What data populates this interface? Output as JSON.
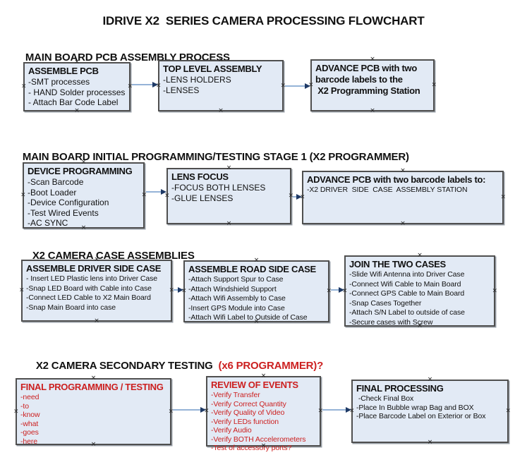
{
  "page_title": "IDRIVE X2  SERIES CAMERA PROCESSING FLOWCHART",
  "colors": {
    "box_fill": "#e2eaf5",
    "box_border": "#4f4f4f",
    "arrow_line": "#95b3d7",
    "arrow_head": "#1f3a66",
    "red_text": "#cc2020",
    "black_text": "#111111"
  },
  "sections": [
    {
      "heading": "MAIN BOARD PCB ASSEMBLY PROCESS",
      "boxes": [
        {
          "title": "ASSEMBLE PCB",
          "items": [
            "-SMT processes",
            "- HAND Solder processes",
            "- Attach Bar Code Label"
          ]
        },
        {
          "title": "TOP LEVEL ASSEMBLY",
          "items": [
            "-LENS HOLDERS",
            "-LENSES"
          ]
        },
        {
          "title": "ADVANCE PCB with two\nbarcode labels to the\n X2 Programming Station",
          "items": []
        }
      ]
    },
    {
      "heading": "MAIN BOARD INITIAL PROGRAMMING/TESTING STAGE 1 (X2 PROGRAMMER)",
      "boxes": [
        {
          "title": "DEVICE PROGRAMMING",
          "items": [
            "-Scan Barcode",
            "-Boot Loader",
            "-Device Configuration",
            "-Test Wired Events",
            "-AC SYNC"
          ]
        },
        {
          "title": "LENS FOCUS",
          "items": [
            "-FOCUS BOTH LENSES",
            "-GLUE LENSES"
          ]
        },
        {
          "title": "ADVANCE PCB with two barcode labels to:",
          "items": [
            "-X2 DRIVER  SIDE  CASE  ASSEMBLY STATION"
          ]
        }
      ]
    },
    {
      "heading": "X2 CAMERA CASE ASSEMBLIES",
      "boxes": [
        {
          "title": "ASSEMBLE DRIVER SIDE CASE",
          "items": [
            "- Insert LED Plastic lens into Driver Case",
            "-Snap LED Board with Cable into Case",
            "-Connect LED Cable to X2 Main Board",
            "-Snap Main Board into case"
          ]
        },
        {
          "title": "ASSEMBLE ROAD SIDE CASE",
          "items": [
            "-Attach Support Spur to Case",
            "-Attach Windshield Support",
            "-Attach Wifi Assembly to Case",
            "-Insert GPS Module into Case",
            "-Attach Wifi Label to Outside of Case"
          ]
        },
        {
          "title": "JOIN THE TWO CASES",
          "items": [
            "-Slide Wifi Antenna into Driver Case",
            "-Connect Wifi Cable to Main Board",
            "-Connect GPS Cable to Main Board",
            "-Snap Cases Together",
            "-Attach S/N Label to outside of case",
            "-Secure cases with Screw"
          ]
        }
      ]
    },
    {
      "heading": "X2 CAMERA SECONDARY TESTING ",
      "heading_red": " (x6 PROGRAMMER)?",
      "boxes": [
        {
          "title": "FINAL PROGRAMMING / TESTING",
          "text_color": "red",
          "items": [
            "-need",
            "-to",
            "-know",
            "-what",
            "-goes",
            "-here"
          ]
        },
        {
          "title": "REVIEW OF EVENTS",
          "text_color": "red",
          "items": [
            "-Verify Transfer",
            "-Verify Correct Quantity",
            "-Verify Quality of Video",
            "-Verify LEDs function",
            "-Verify Audio",
            "-Verify BOTH Accelerometers",
            "-Test of accessory ports?"
          ]
        },
        {
          "title": "FINAL PROCESSING",
          "text_color": "black",
          "items": [
            " -Check Final Box",
            "-Place In Bubble wrap Bag and BOX",
            "-Place Barcode Label on Exterior or Box"
          ]
        }
      ]
    }
  ],
  "connections": [
    "ASSEMBLE PCB -> TOP LEVEL ASSEMBLY",
    "TOP LEVEL ASSEMBLY -> ADVANCE PCB with two barcode labels to the X2 Programming Station",
    "DEVICE PROGRAMMING -> LENS FOCUS",
    "LENS FOCUS -> ADVANCE PCB with two barcode labels to:",
    "ASSEMBLE DRIVER SIDE CASE -> ASSEMBLE ROAD SIDE CASE",
    "ASSEMBLE ROAD SIDE CASE -> JOIN THE TWO CASES",
    "FINAL PROGRAMMING / TESTING -> REVIEW OF EVENTS",
    "REVIEW OF EVENTS -> FINAL PROCESSING"
  ]
}
